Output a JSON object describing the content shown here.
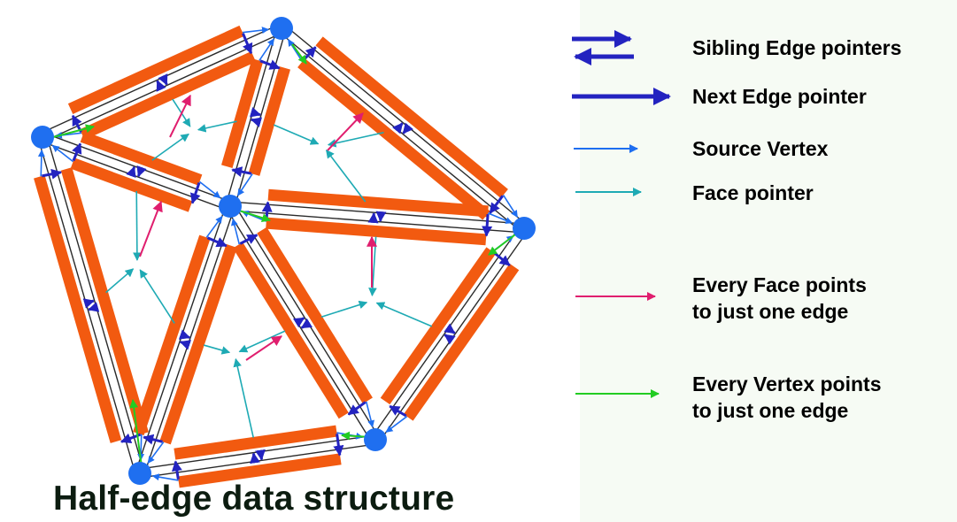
{
  "caption": "Half-edge data structure",
  "legend": {
    "sibling": "Sibling Edge pointers",
    "next": "Next Edge pointer",
    "source": "Source Vertex",
    "face": "Face pointer",
    "face_edge_1": "Every Face points",
    "face_edge_2": "to just one edge",
    "vertex_edge_1": "Every Vertex points",
    "vertex_edge_2": "to just one edge"
  },
  "colors": {
    "half_edge": "#f25a10",
    "sibling_pointer": "#2323c0",
    "next_pointer": "#2323c0",
    "source_vertex": "#1e6ef0",
    "face_pointer": "#1eaab4",
    "face_to_edge": "#e01e6e",
    "vertex_to_edge": "#22cc22",
    "vertex": "#1f6ff0",
    "legend_panel": "#f6fbf4"
  }
}
